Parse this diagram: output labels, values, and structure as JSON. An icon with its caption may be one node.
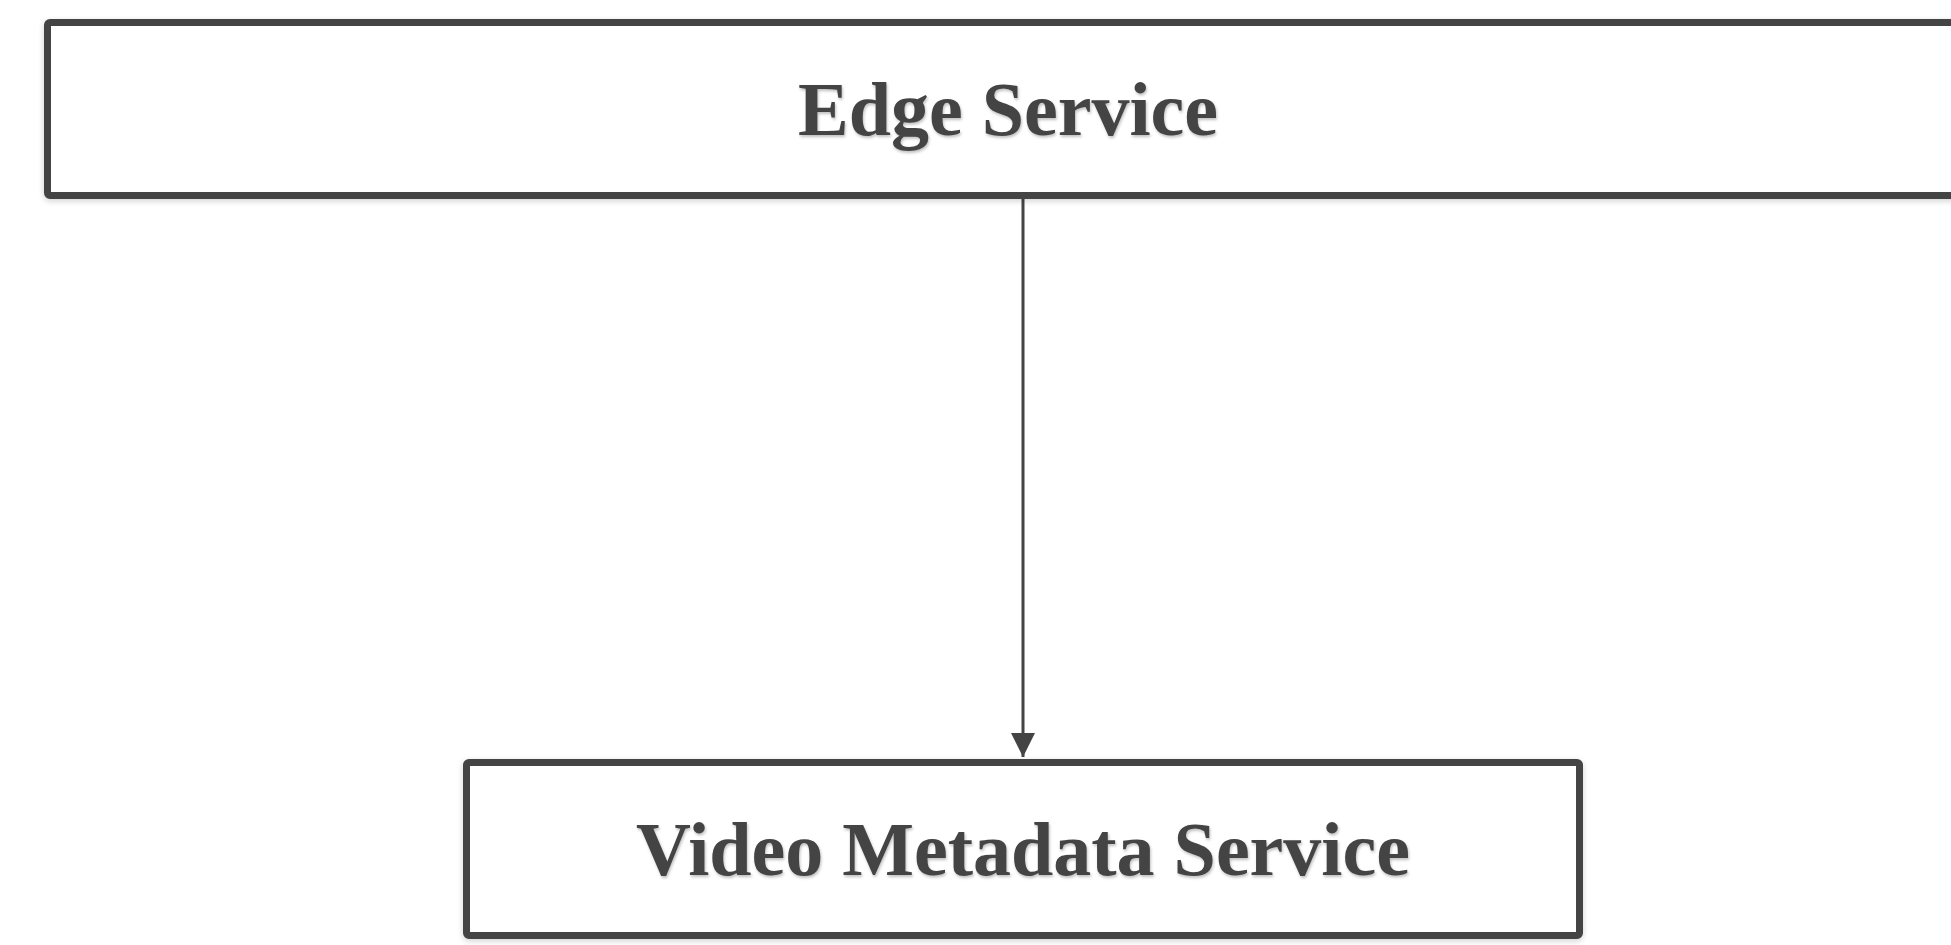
{
  "diagram": {
    "nodes": [
      {
        "text": [
          "Edge Service"
        ]
      },
      {
        "text": [
          "Video Metadata Service"
        ]
      }
    ],
    "edges": [
      {
        "from": 0,
        "to": 1,
        "arrow": "to"
      }
    ]
  }
}
